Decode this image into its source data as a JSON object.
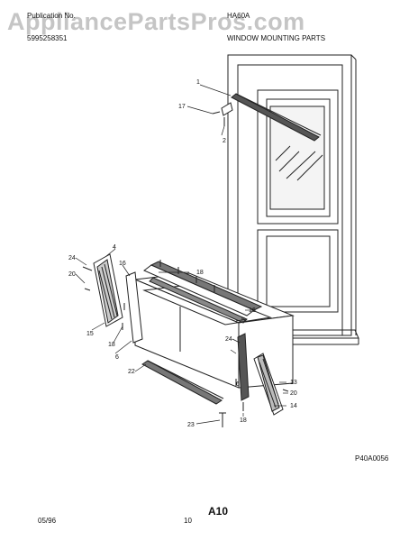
{
  "header": {
    "publication_label": "Publication No.",
    "publication_number": "5995258351",
    "model": "HA60A",
    "section_title": "WINDOW MOUNTING PARTS"
  },
  "watermark": "AppliancePartsPros.com",
  "callouts": {
    "c1": "1",
    "c2": "2",
    "c17": "17",
    "c4": "4",
    "c24a": "24",
    "c20a": "20",
    "c15a": "15",
    "c18a": "18",
    "c16a": "16",
    "c6a": "6",
    "c18b": "18",
    "c16b": "16",
    "c5": "5",
    "c22": "22",
    "c24b": "24",
    "c6b": "6",
    "c13": "13",
    "c20b": "20",
    "c14": "14",
    "c18c": "18",
    "c23": "23"
  },
  "drawing_code": "P40A0056",
  "page_label": "A10",
  "footer": {
    "date": "05/96",
    "page_number": "10"
  }
}
